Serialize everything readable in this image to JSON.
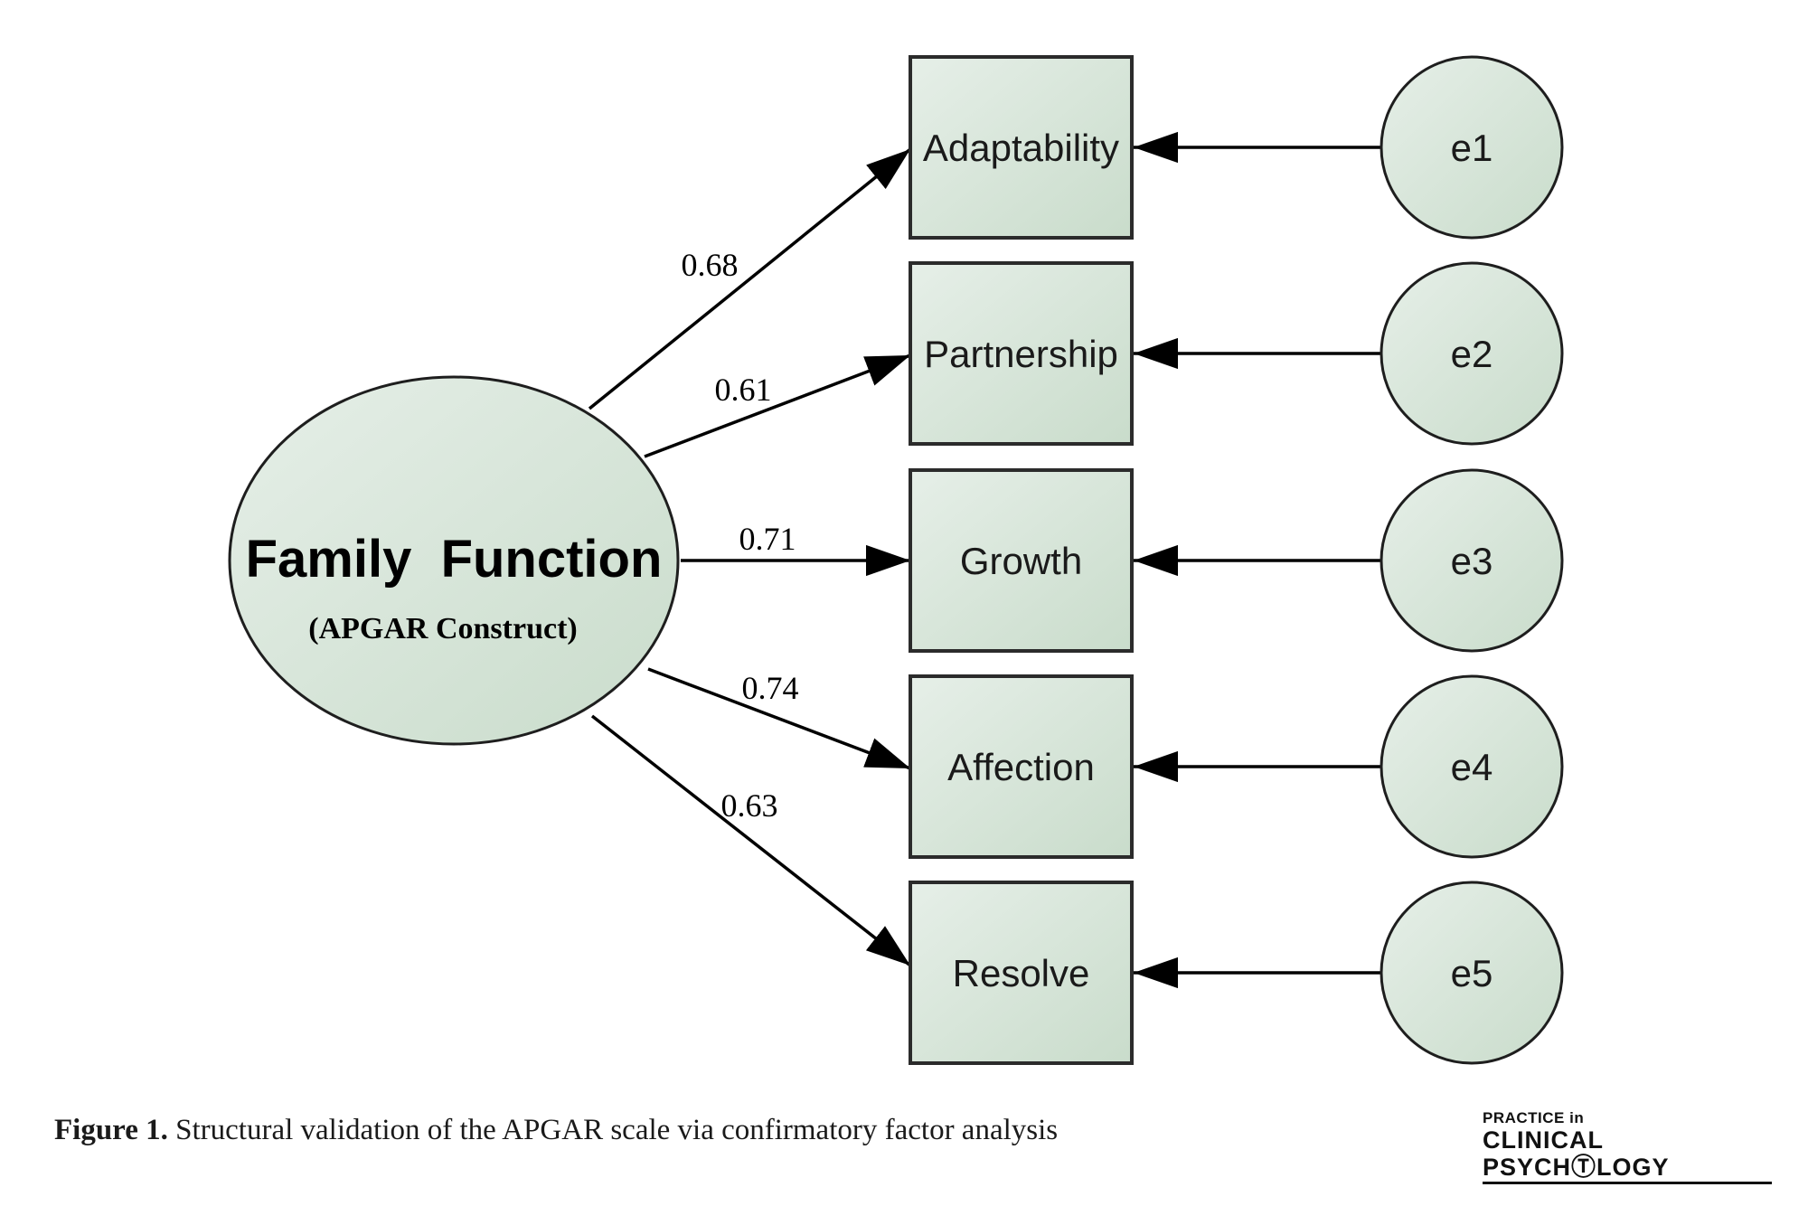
{
  "diagram": {
    "latent": {
      "title": "Family  Function",
      "subtitle": "(APGAR Construct)"
    },
    "indicators": [
      {
        "label": "Adaptability",
        "loading": "0.68",
        "error": "e1"
      },
      {
        "label": "Partnership",
        "loading": "0.61",
        "error": "e2"
      },
      {
        "label": "Growth",
        "loading": "0.71",
        "error": "e3"
      },
      {
        "label": "Affection",
        "loading": "0.74",
        "error": "e4"
      },
      {
        "label": "Resolve",
        "loading": "0.63",
        "error": "e5"
      }
    ],
    "colors": {
      "fill_light": "#e6efe8",
      "fill_dark": "#c9dccb",
      "stroke": "#2b2b2b"
    }
  },
  "caption": {
    "label": "Figure 1.",
    "text": " Structural validation of the APGAR scale via confirmatory factor analysis"
  },
  "logo": {
    "line1": "PRACTICE in",
    "line2": "CLINICAL PSYCHⓉLOGY"
  }
}
